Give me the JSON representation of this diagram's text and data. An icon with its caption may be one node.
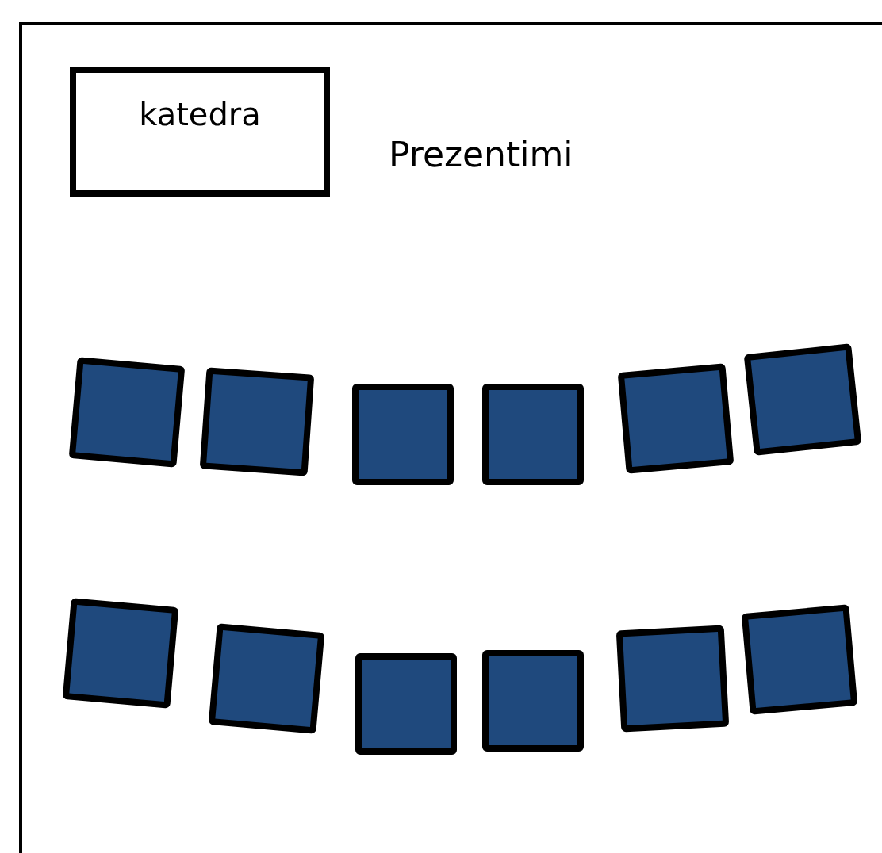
{
  "diagram": {
    "nodes": [
      {
        "text": [],
        "shape": "box"
      },
      {
        "text": [
          "katedra"
        ],
        "in": 0
      },
      {
        "text": [],
        "shape": "box",
        "in": 0
      },
      {
        "text": [],
        "shape": "box",
        "in": 0
      },
      {
        "text": [],
        "shape": "box",
        "in": 0
      },
      {
        "text": [],
        "shape": "box",
        "in": 0
      },
      {
        "text": [],
        "shape": "box",
        "in": 0
      },
      {
        "text": [],
        "shape": "box",
        "in": 0
      },
      {
        "text": [],
        "shape": "box",
        "in": 0
      },
      {
        "text": [],
        "shape": "box",
        "in": 0
      },
      {
        "text": [],
        "shape": "box",
        "in": 0
      },
      {
        "text": [],
        "shape": "box",
        "in": 0
      },
      {
        "text": [],
        "shape": "box",
        "in": 0
      },
      {
        "text": [],
        "shape": "box",
        "in": 0
      }
    ],
    "edges": [],
    "labels": [
      "Prezentimi"
    ]
  }
}
